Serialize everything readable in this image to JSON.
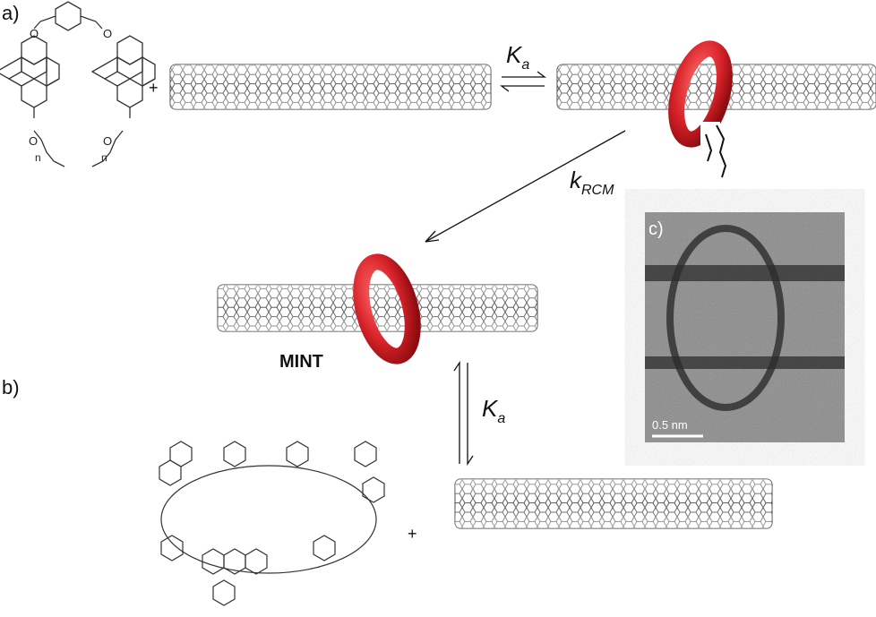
{
  "panels": {
    "a": "a)",
    "b": "b)",
    "c": "c)"
  },
  "labels": {
    "plus": "+",
    "ka_symbol": "K",
    "ka_sub": "a",
    "krcm_symbol": "k",
    "krcm_sub": "RCM",
    "mint": "MINT",
    "repeat_n": "n",
    "oxygen": "O"
  },
  "tem": {
    "scale_bar": "0.5 nm"
  },
  "colors": {
    "ring": "#d8232a",
    "tube": "#555555",
    "tem_bg": "#8a8a8a"
  }
}
